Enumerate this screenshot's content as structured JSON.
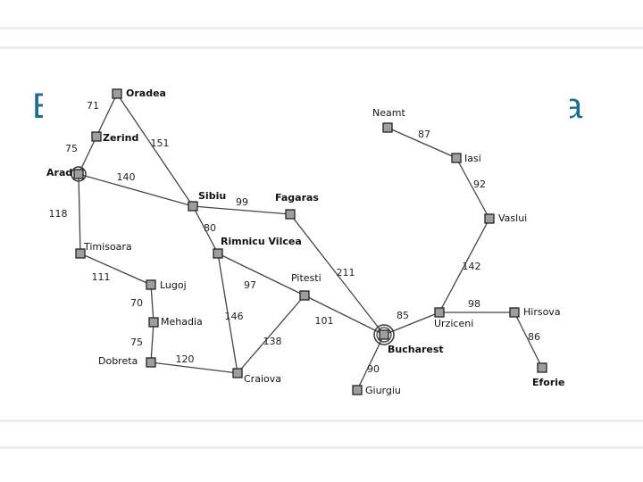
{
  "slide": {
    "title_left": "E",
    "title_right": "a"
  },
  "map": {
    "cities": [
      {
        "id": "oradea",
        "label": "Oradea"
      },
      {
        "id": "zerind",
        "label": "Zerind"
      },
      {
        "id": "arad",
        "label": "Arad"
      },
      {
        "id": "timisoara",
        "label": "Timisoara"
      },
      {
        "id": "lugoj",
        "label": "Lugoj"
      },
      {
        "id": "mehadia",
        "label": "Mehadia"
      },
      {
        "id": "dobreta",
        "label": "Dobreta"
      },
      {
        "id": "craiova",
        "label": "Craiova"
      },
      {
        "id": "sibiu",
        "label": "Sibiu"
      },
      {
        "id": "fagaras",
        "label": "Fagaras"
      },
      {
        "id": "rimnicu",
        "label": "Rimnicu Vilcea"
      },
      {
        "id": "pitesti",
        "label": "Pitesti"
      },
      {
        "id": "bucharest",
        "label": "Bucharest"
      },
      {
        "id": "giurgiu",
        "label": "Giurgiu"
      },
      {
        "id": "urziceni",
        "label": "Urziceni"
      },
      {
        "id": "hirsova",
        "label": "Hirsova"
      },
      {
        "id": "eforie",
        "label": "Eforie"
      },
      {
        "id": "vaslui",
        "label": "Vaslui"
      },
      {
        "id": "iasi",
        "label": "Iasi"
      },
      {
        "id": "neamt",
        "label": "Neamt"
      }
    ],
    "roads": [
      {
        "from": "oradea",
        "to": "zerind",
        "distance": "71"
      },
      {
        "from": "zerind",
        "to": "arad",
        "distance": "75"
      },
      {
        "from": "oradea",
        "to": "sibiu",
        "distance": "151"
      },
      {
        "from": "arad",
        "to": "sibiu",
        "distance": "140"
      },
      {
        "from": "arad",
        "to": "timisoara",
        "distance": "118"
      },
      {
        "from": "timisoara",
        "to": "lugoj",
        "distance": "111"
      },
      {
        "from": "lugoj",
        "to": "mehadia",
        "distance": "70"
      },
      {
        "from": "mehadia",
        "to": "dobreta",
        "distance": "75"
      },
      {
        "from": "dobreta",
        "to": "craiova",
        "distance": "120"
      },
      {
        "from": "sibiu",
        "to": "fagaras",
        "distance": "99"
      },
      {
        "from": "sibiu",
        "to": "rimnicu",
        "distance": "80"
      },
      {
        "from": "rimnicu",
        "to": "craiova",
        "distance": "146"
      },
      {
        "from": "rimnicu",
        "to": "pitesti",
        "distance": "97"
      },
      {
        "from": "craiova",
        "to": "pitesti",
        "distance": "138"
      },
      {
        "from": "pitesti",
        "to": "bucharest",
        "distance": "101"
      },
      {
        "from": "fagaras",
        "to": "bucharest",
        "distance": "211"
      },
      {
        "from": "bucharest",
        "to": "giurgiu",
        "distance": "90"
      },
      {
        "from": "bucharest",
        "to": "urziceni",
        "distance": "85"
      },
      {
        "from": "urziceni",
        "to": "hirsova",
        "distance": "98"
      },
      {
        "from": "hirsova",
        "to": "eforie",
        "distance": "86"
      },
      {
        "from": "urziceni",
        "to": "vaslui",
        "distance": "142"
      },
      {
        "from": "vaslui",
        "to": "iasi",
        "distance": "92"
      },
      {
        "from": "iasi",
        "to": "neamt",
        "distance": "87"
      }
    ]
  },
  "colors": {
    "title": "#1f6f8b",
    "node_fill": "#9e9e9e",
    "edge": "#444444"
  }
}
